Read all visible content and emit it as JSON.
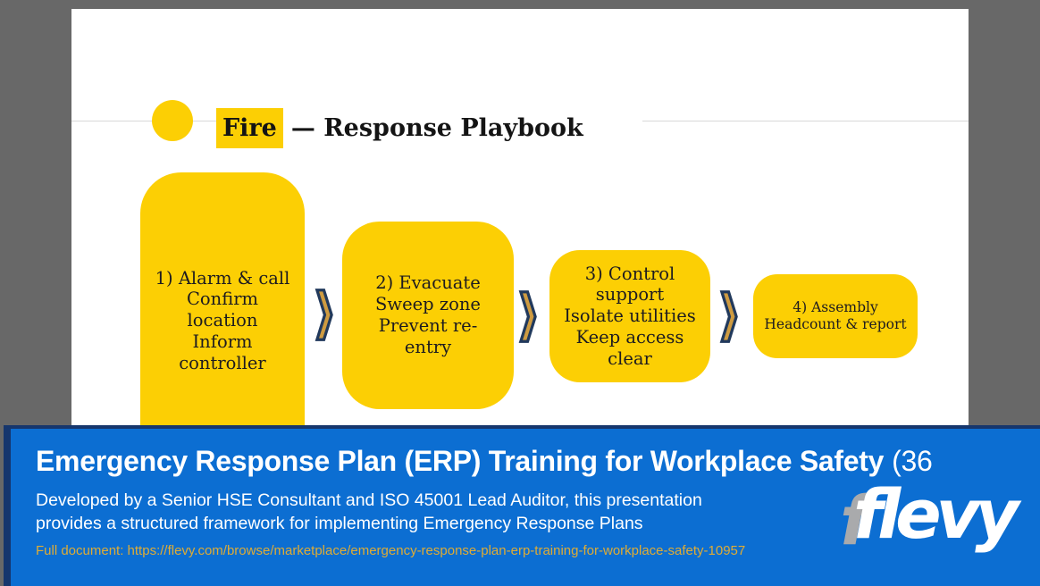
{
  "slide": {
    "title": {
      "highlight": "Fire",
      "rest": "— Response Playbook"
    },
    "steps": [
      {
        "text": "1) Alarm & call\nConfirm\nlocation\nInform\ncontroller"
      },
      {
        "text": "2) Evacuate\nSweep zone\nPrevent re-\nentry"
      },
      {
        "text": "3) Control\nsupport\nIsolate utilities\nKeep access\nclear"
      },
      {
        "text": "4) Assembly\nHeadcount & report"
      }
    ]
  },
  "banner": {
    "title_bold": "Emergency Response Plan (ERP) Training for Workplace Safety",
    "title_suffix": "(36",
    "description": "Developed by a Senior HSE Consultant and ISO 45001 Lead Auditor, this presentation\nprovides a structured framework for implementing Emergency Response Plans",
    "link_text": "Full document: https://flevy.com/browse/marketplace/emergency-response-plan-erp-training-for-workplace-safety-10957",
    "logo_text": "flevy",
    "logo_ghost_letter": "f"
  },
  "colors": {
    "background_gray": "#686868",
    "accent_yellow": "#FCCF04",
    "banner_blue": "#0C6ED2",
    "banner_border_navy": "#16366D",
    "link_gold": "#DFAC35",
    "chevron_fill": "#CE9B41",
    "chevron_stroke": "#21395C",
    "box_text": "#1d1b20"
  }
}
